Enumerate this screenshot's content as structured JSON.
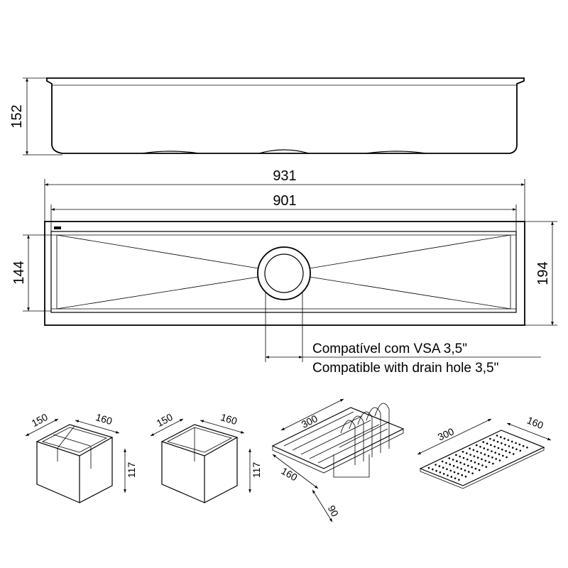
{
  "side_view": {
    "height_label": "152"
  },
  "top_view": {
    "outer_width_label": "931",
    "inner_width_label": "901",
    "inner_height_label": "144",
    "outer_height_label": "194"
  },
  "drain_note": {
    "line_pt": "Compatível com VSA 3,5\"",
    "line_en": "Compatible with drain hole 3,5\""
  },
  "accessories": [
    {
      "name": "divided-basket",
      "dims": [
        "150",
        "160",
        "117"
      ]
    },
    {
      "name": "basket",
      "dims": [
        "150",
        "160",
        "117"
      ]
    },
    {
      "name": "dish-rack",
      "dims": [
        "300",
        "160",
        "90"
      ]
    },
    {
      "name": "perforated-tray",
      "dims": [
        "300",
        "160"
      ]
    }
  ]
}
